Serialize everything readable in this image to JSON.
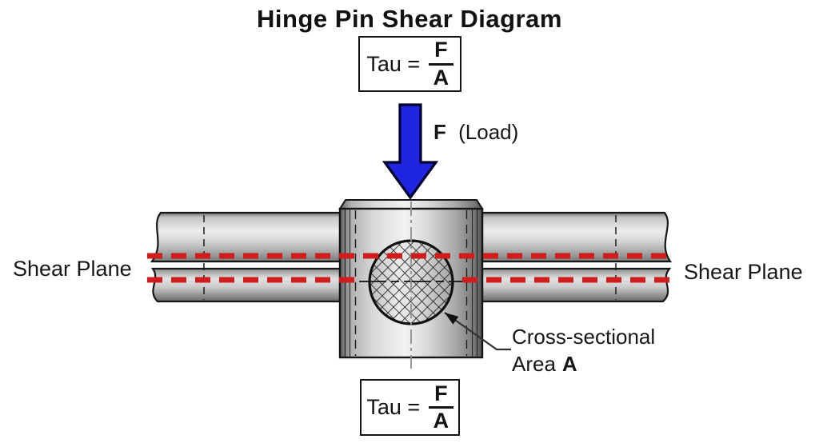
{
  "title": "Hinge Pin Shear Diagram",
  "formulas": {
    "top": {
      "lhs": "Tau =",
      "num": "F",
      "den": "A"
    },
    "bottom": {
      "lhs": "Tau =",
      "num": "F",
      "den": "A"
    }
  },
  "labels": {
    "load_symbol": "F",
    "load_text": "(Load)",
    "shear_plane_left": "Shear Plane",
    "shear_plane_right": "Shear Plane",
    "cross_section_line1": "Cross-sectional",
    "cross_section_line2": "Area",
    "cross_section_symbol": "A"
  },
  "colors": {
    "load_arrow_fill": "#2026DF",
    "load_arrow_outline": "#00022E",
    "shear_plane_dash": "#CF1D1D",
    "metal_light": "#F0F0F0",
    "metal_dark": "#5A5A5A",
    "outline": "#161616",
    "background": "#FFFFFF"
  },
  "icons": {
    "load_arrow": "down-arrow-icon",
    "cross_section_pointer": "leader-arrow-icon"
  }
}
